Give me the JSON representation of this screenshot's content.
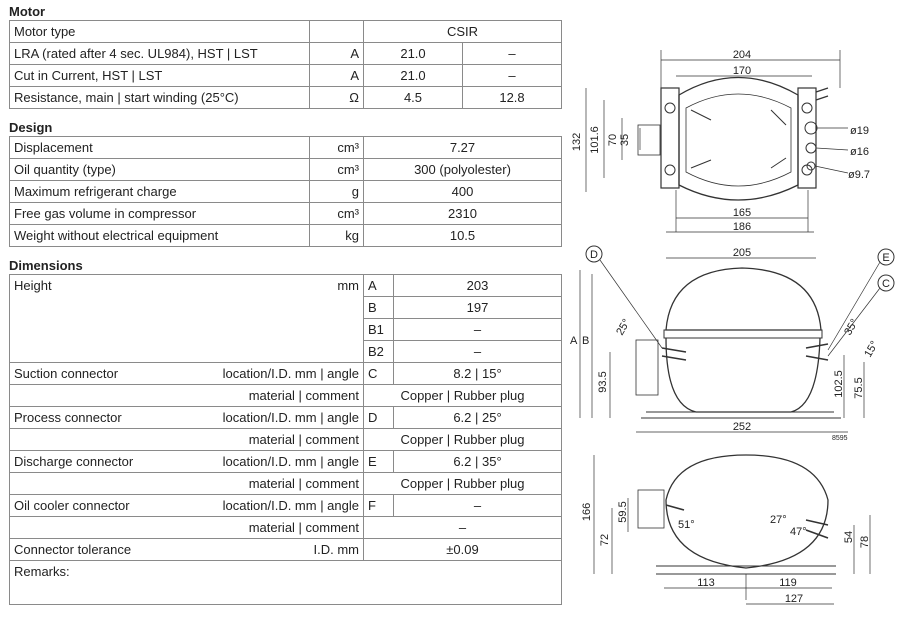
{
  "motor": {
    "title": "Motor",
    "rows": [
      {
        "label": "Motor type",
        "unit": "",
        "v1": "CSIR",
        "v2": ""
      },
      {
        "label": "LRA (rated after 4 sec. UL984), HST | LST",
        "unit": "A",
        "v1": "21.0",
        "v2": "–"
      },
      {
        "label": "Cut in Current, HST | LST",
        "unit": "A",
        "v1": "21.0",
        "v2": "–"
      },
      {
        "label": "Resistance, main | start winding (25°C)",
        "unit": "Ω",
        "v1": "4.5",
        "v2": "12.8"
      }
    ]
  },
  "design": {
    "title": "Design",
    "rows": [
      {
        "label": "Displacement",
        "unit": "cm³",
        "value": "7.27"
      },
      {
        "label": "Oil quantity (type)",
        "unit": "cm³",
        "value": "300 (polyolester)"
      },
      {
        "label": "Maximum refrigerant charge",
        "unit": "g",
        "value": "400"
      },
      {
        "label": "Free gas volume in compressor",
        "unit": "cm³",
        "value": "2310"
      },
      {
        "label": "Weight without electrical equipment",
        "unit": "kg",
        "value": "10.5"
      }
    ]
  },
  "dimensions": {
    "title": "Dimensions",
    "height": {
      "label": "Height",
      "unit": "mm",
      "rows": [
        {
          "code": "A",
          "value": "203"
        },
        {
          "code": "B",
          "value": "197"
        },
        {
          "code": "B1",
          "value": "–"
        },
        {
          "code": "B2",
          "value": "–"
        }
      ]
    },
    "connectors": [
      {
        "label": "Suction connector",
        "u1": "location/I.D. mm | angle",
        "code": "C",
        "v1": "8.2 | 15°",
        "u2": "material | comment",
        "v2": "Copper | Rubber plug"
      },
      {
        "label": "Process connector",
        "u1": "location/I.D. mm | angle",
        "code": "D",
        "v1": "6.2 | 25°",
        "u2": "material | comment",
        "v2": "Copper | Rubber plug"
      },
      {
        "label": "Discharge connector",
        "u1": "location/I.D. mm | angle",
        "code": "E",
        "v1": "6.2 | 35°",
        "u2": "material | comment",
        "v2": "Copper | Rubber plug"
      },
      {
        "label": "Oil cooler connector",
        "u1": "location/I.D. mm | angle",
        "code": "F",
        "v1": "–",
        "u2": "material | comment",
        "v2": "–"
      }
    ],
    "tolerance": {
      "label": "Connector tolerance",
      "unit": "I.D. mm",
      "value": "±0.09"
    },
    "remarks": {
      "label": "Remarks:"
    }
  },
  "drawing": {
    "top": {
      "d204": "204",
      "d170": "170",
      "d132": "132",
      "d101_6": "101.6",
      "d70": "70",
      "d35": "35",
      "d165": "165",
      "d186": "186",
      "dia19": "ø19",
      "dia16": "ø16",
      "dia9_7": "ø9.7"
    },
    "side": {
      "d205": "205",
      "d252": "252",
      "d93_5": "93.5",
      "d102_5": "102.5",
      "d75_5": "75.5",
      "a25": "25°",
      "a35": "35°",
      "a15": "15°",
      "labelD": "D",
      "labelE": "E",
      "labelC": "C",
      "labelA": "A",
      "labelB": "B",
      "drawing_no": "8595"
    },
    "bottom": {
      "d166": "166",
      "d72": "72",
      "d59_5": "59.5",
      "d54": "54",
      "d78": "78",
      "d113": "113",
      "d119": "119",
      "d127": "127",
      "a51": "51°",
      "a27": "27°",
      "a47": "47°"
    }
  }
}
